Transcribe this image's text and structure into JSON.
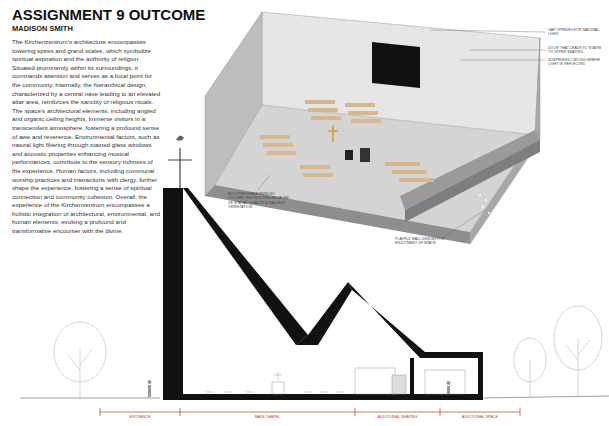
{
  "diagram": {
    "title": "ASSIGNMENT 9 OUTCOME",
    "labels": [
      "MADISON SMITH",
      "The Kirchenzentrum's architecture encompasses towering spires and grand scales, which symbolize spiritual aspiration and the authority of religion. Situated prominently within its surroundings, it commands attention and serves as a focal point for the community. Internally, the hierarchical design, characterized by a central nave leading to an elevated altar area, reinforces the sanctity of religious rituals. The space's architectural elements, including angled and organic ceiling heights, immerse visitors in a transcendent atmosphere, fostering a profound sense of awe and reverence. Environmental factors, such as natural light filtering through stained glass windows and acoustic properties enhancing musical performances, contribute to the sensory richness of the experience. Human factors, including communal worship practices and interactions with clergy, further shape the experience, fostering a sense of spiritual connection and community cohesion. Overall, the experience of the Kirchenzentrum encompasses a holistic integration of architectural, environmental, and human elements, evoking a profound and transformative encounter with the divine.",
      "GAP OPENING FOR NATURAL LIGHT",
      "DOOR THAT LEADS TO STAIRS TO UPPER SEATING",
      "SUSPENDED CEILING WHERE LIGHT IS REFLECTED",
      "BIG OPEN SPACE WITH NO COLUMN OBSTRUCTING BECAUSE OF SPATIAL QUALITY & GALLERY ORIENTATION",
      "PLAYFUL WALL DESIGN FOR ENJOYMENT OF SPACE",
      "ENTRANCE",
      "MAIN CHAPEL",
      "ADDITIONAL SEATING",
      "ADDITIONAL SPACE"
    ]
  }
}
